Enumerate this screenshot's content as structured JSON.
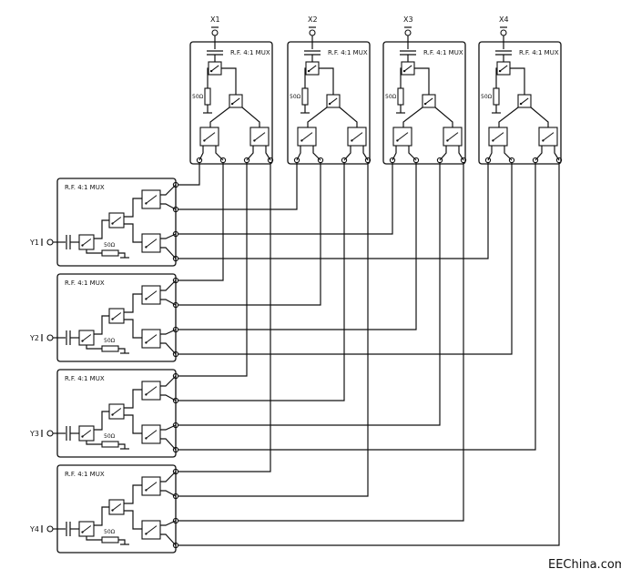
{
  "diagram": {
    "top_muxes": [
      {
        "port": "X1",
        "label": "R.F. 4:1 MUX",
        "resistor": "50Ω"
      },
      {
        "port": "X2",
        "label": "R.F. 4:1 MUX",
        "resistor": "50Ω"
      },
      {
        "port": "X3",
        "label": "R.F. 4:1 MUX",
        "resistor": "50Ω"
      },
      {
        "port": "X4",
        "label": "R.F. 4:1 MUX",
        "resistor": "50Ω"
      }
    ],
    "left_muxes": [
      {
        "port": "Y1",
        "label": "R.F. 4:1 MUX",
        "resistor": "50Ω"
      },
      {
        "port": "Y2",
        "label": "R.F. 4:1 MUX",
        "resistor": "50Ω"
      },
      {
        "port": "Y3",
        "label": "R.F. 4:1 MUX",
        "resistor": "50Ω"
      },
      {
        "port": "Y4",
        "label": "R.F. 4:1 MUX",
        "resistor": "50Ω"
      }
    ],
    "watermark": "EEChina.com"
  }
}
